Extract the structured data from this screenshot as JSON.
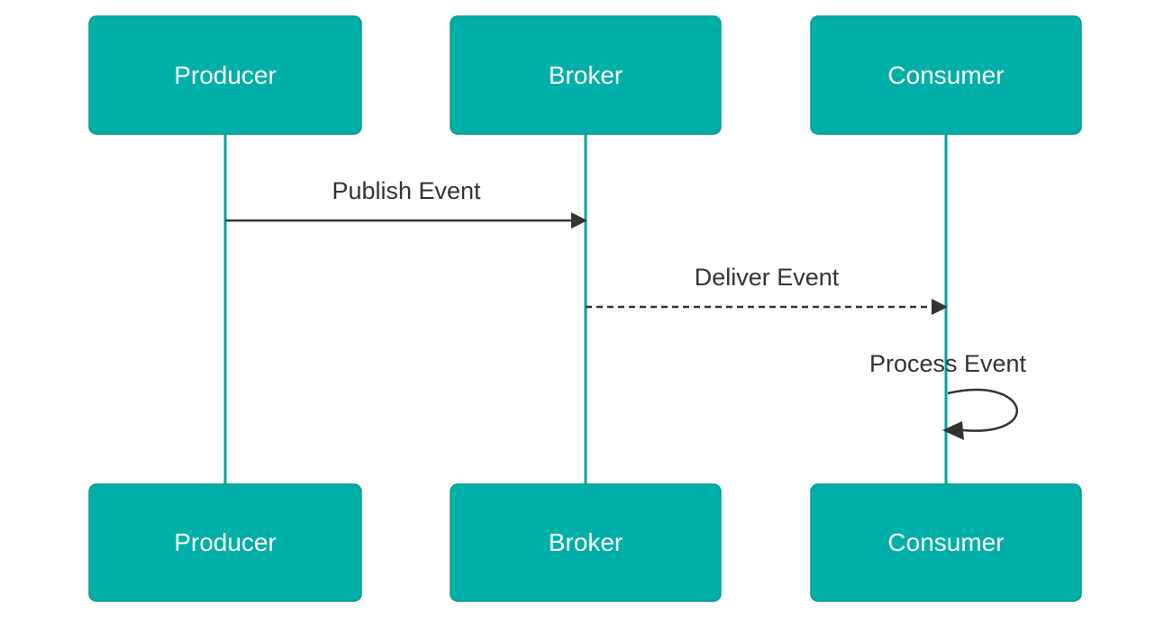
{
  "diagram": {
    "type": "sequence-diagram",
    "actors": [
      {
        "id": "producer",
        "label": "Producer"
      },
      {
        "id": "broker",
        "label": "Broker"
      },
      {
        "id": "consumer",
        "label": "Consumer"
      }
    ],
    "messages": [
      {
        "from": "producer",
        "to": "broker",
        "label": "Publish Event",
        "line_style": "solid"
      },
      {
        "from": "broker",
        "to": "consumer",
        "label": "Deliver Event",
        "line_style": "dashed"
      },
      {
        "from": "consumer",
        "to": "consumer",
        "label": "Process Event",
        "line_style": "self-loop"
      }
    ],
    "colors": {
      "actor_fill": "#00b0a8",
      "actor_border": "#0a9a93",
      "actor_text": "#ffffff",
      "lifeline": "#00a59d",
      "message_line": "#333333",
      "message_text": "#333333",
      "background": "#ffffff"
    }
  }
}
